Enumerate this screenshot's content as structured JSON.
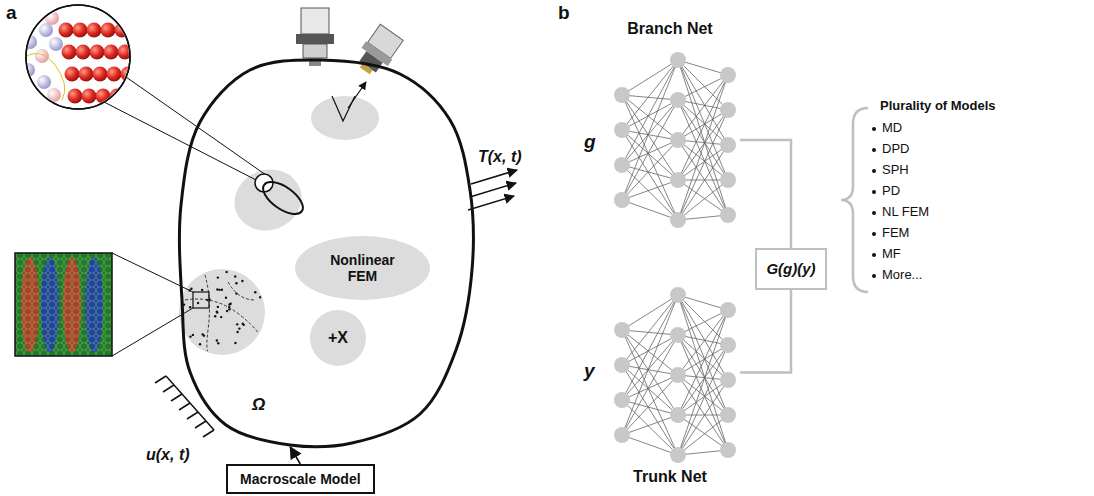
{
  "diagram": {
    "nodes": [
      {
        "text": [
          "Ω"
        ]
      },
      {
        "text": [
          "Nonlinear FEM"
        ],
        "in": 0
      },
      {
        "text": [
          "+X"
        ],
        "in": 0
      },
      {
        "text": [
          "Macroscale Model"
        ]
      },
      {
        "text": [
          "Branch Net"
        ]
      },
      {
        "text": [
          "Trunk Net"
        ]
      },
      {
        "text": [
          "G(g)(y)"
        ]
      }
    ],
    "edges": [
      {
        "from": 3,
        "to": 0,
        "arrow": "to"
      },
      {
        "from": 4,
        "to": 6,
        "arrow": "none"
      },
      {
        "from": 5,
        "to": 6,
        "arrow": "none"
      }
    ],
    "labels": [
      "a",
      "b",
      "T(x, t)",
      "u(x, t)",
      "g",
      "y",
      "Plurality of Models",
      "MD",
      "DPD",
      "SPH",
      "PD",
      "NL FEM",
      "FEM",
      "MF",
      "More..."
    ]
  }
}
